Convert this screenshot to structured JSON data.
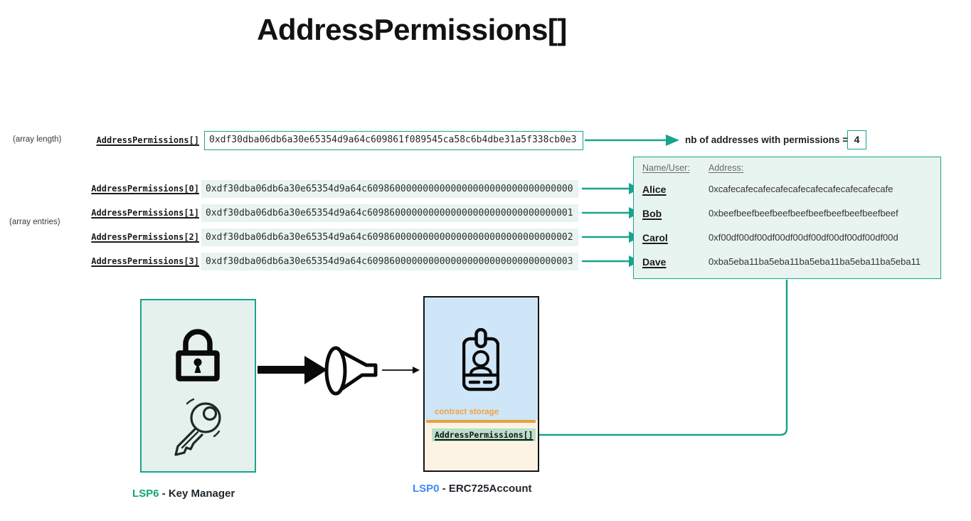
{
  "title": "AddressPermissions[]",
  "array_length": {
    "side_label": "(array length)",
    "key": "AddressPermissions[]",
    "value": "0xdf30dba06db6a30e65354d9a64c609861f089545ca58c6b4dbe31a5f338cb0e3",
    "result_text": "nb of addresses with permissions =",
    "result_value": "4"
  },
  "array_entries": {
    "side_label": "(array entries)",
    "rows": [
      {
        "key": "AddressPermissions[0]",
        "value": "0xdf30dba06db6a30e65354d9a64c6098600000000000000000000000000000000"
      },
      {
        "key": "AddressPermissions[1]",
        "value": "0xdf30dba06db6a30e65354d9a64c6098600000000000000000000000000000001"
      },
      {
        "key": "AddressPermissions[2]",
        "value": "0xdf30dba06db6a30e65354d9a64c6098600000000000000000000000000000002"
      },
      {
        "key": "AddressPermissions[3]",
        "value": "0xdf30dba06db6a30e65354d9a64c6098600000000000000000000000000000003"
      }
    ]
  },
  "user_table": {
    "headers": {
      "name": "Name/User:",
      "address": "Address:"
    },
    "rows": [
      {
        "name": "Alice",
        "address": "0xcafecafecafecafecafecafecafecafecafecafe"
      },
      {
        "name": "Bob",
        "address": "0xbeefbeefbeefbeefbeefbeefbeefbeefbeefbeef"
      },
      {
        "name": "Carol",
        "address": "0xf00df00df00df00df00df00df00df00df00df00d"
      },
      {
        "name": "Dave",
        "address": "0xba5eba11ba5eba11ba5eba11ba5eba11ba5eba11"
      }
    ]
  },
  "key_manager": {
    "caption_prefix": "LSP6",
    "caption_rest": " - Key Manager",
    "icons": [
      "lock-icon",
      "key-icon"
    ]
  },
  "account": {
    "storage_label": "contract storage",
    "storage_key": "AddressPermissions[]",
    "caption_prefix": "LSP0",
    "caption_rest": " - ERC725Account",
    "icons": [
      "id-badge-icon"
    ]
  },
  "flow_icons": [
    "thick-arrow",
    "funnel-icon",
    "thin-arrow"
  ],
  "colors": {
    "accent_teal": "#1aa38c",
    "mint_bg": "#e8f4ef",
    "mint_highlight": "#b9dfc9",
    "blue_bg": "#cfe5f8",
    "cream_bg": "#fcf3e4",
    "orange": "#f0a43c",
    "lsp6_green": "#14a578",
    "lsp0_blue": "#3f88f5",
    "black": "#141414"
  }
}
